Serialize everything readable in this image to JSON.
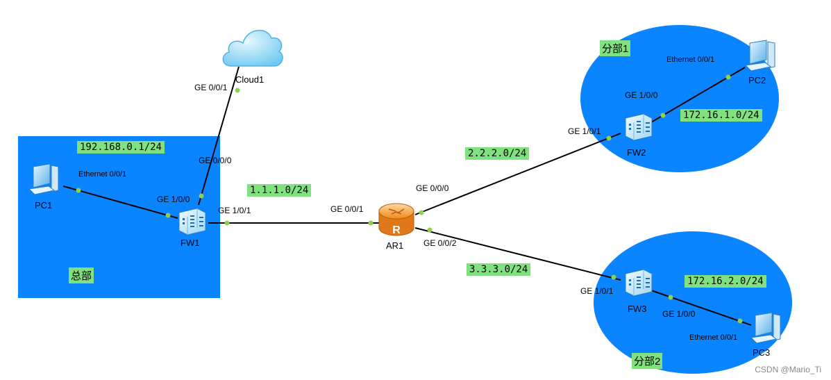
{
  "zones": {
    "hq": {
      "label": "总部",
      "subnet": "192.168.0.1/24"
    },
    "branch1": {
      "label": "分部1",
      "subnet": "172.16.1.0/24"
    },
    "branch2": {
      "label": "分部2",
      "subnet": "172.16.2.0/24"
    }
  },
  "networks": {
    "fw1_ar1": "1.1.1.0/24",
    "ar1_fw2": "2.2.2.0/24",
    "ar1_fw3": "3.3.3.0/24"
  },
  "devices": {
    "pc1": "PC1",
    "pc2": "PC2",
    "pc3": "PC3",
    "fw1": "FW1",
    "fw2": "FW2",
    "fw3": "FW3",
    "ar1": "AR1",
    "cloud1": "Cloud1"
  },
  "interfaces": {
    "pc1_eth": "Ethernet 0/0/1",
    "fw1_ge100": "GE 1/0/0",
    "fw1_ge000": "GE 0/0/0",
    "fw1_ge101": "GE 1/0/1",
    "cloud_ge001": "GE 0/0/1",
    "ar1_ge001": "GE 0/0/1",
    "ar1_ge000": "GE 0/0/0",
    "ar1_ge002": "GE 0/0/2",
    "fw2_ge101": "GE 1/0/1",
    "fw2_ge100": "GE 1/0/0",
    "pc2_eth": "Ethernet 0/0/1",
    "fw3_ge101": "GE 1/0/1",
    "fw3_ge100": "GE 1/0/0",
    "pc3_eth": "Ethernet 0/0/1"
  },
  "watermark": "CSDN @Mario_Ti",
  "colors": {
    "zone_fill": "#0a84ff",
    "label_bg": "#7fe27f",
    "link": "#000000",
    "port_dot": "#8fd14f"
  }
}
